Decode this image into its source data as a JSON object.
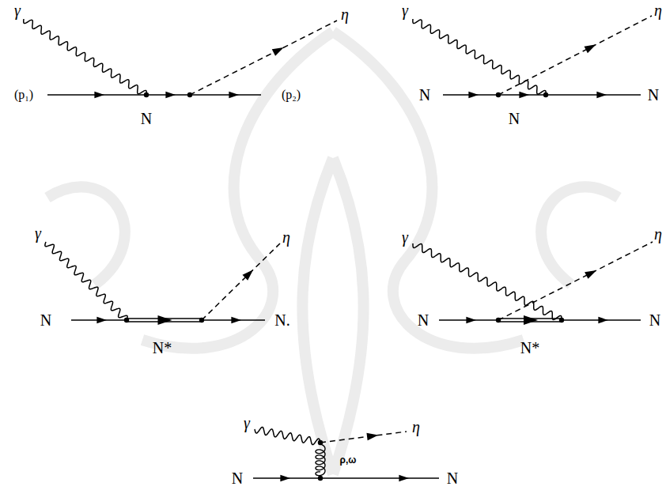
{
  "diagram": {
    "labels": [
      "γ",
      "η",
      "(p₁)",
      "N",
      "(p₂)",
      "γ",
      "η",
      "N",
      "N",
      "N",
      "γ",
      "η",
      "N",
      "N.",
      "N*",
      "γ",
      "η",
      "N",
      "N",
      "N*",
      "γ",
      "η",
      "ρ,ω",
      "N",
      "N"
    ]
  }
}
